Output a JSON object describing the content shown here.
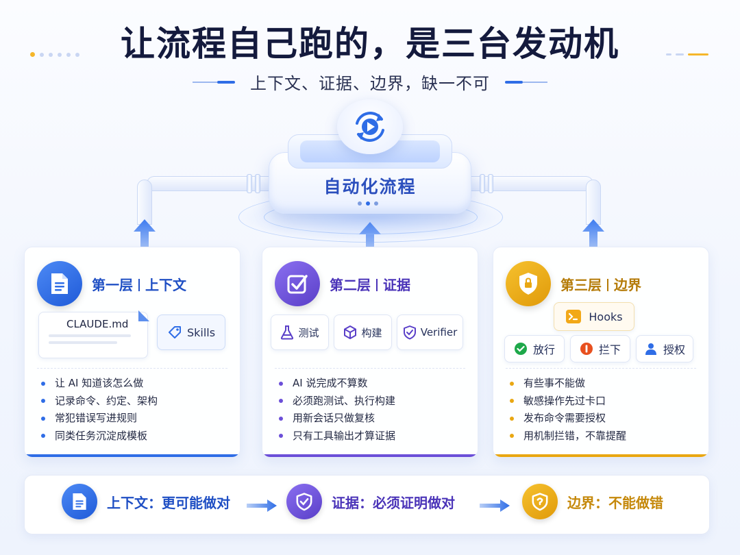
{
  "header": {
    "title": "让流程自己跑的，是三台发动机",
    "subtitle": "上下文、证据、边界，缺一不可"
  },
  "engine": {
    "label": "自动化流程"
  },
  "colors": {
    "blue": "#2f6de6",
    "purple": "#6b4fd8",
    "gold": "#e9a712"
  },
  "layers": [
    {
      "title_left": "第一层",
      "title_right": "上下文",
      "file_chip": "CLAUDE.md",
      "skills_chip": "Skills",
      "bullets": [
        "让 AI 知道该怎么做",
        "记录命令、约定、架构",
        "常犯错误写进规则",
        "同类任务沉淀成模板"
      ]
    },
    {
      "title_left": "第二层",
      "title_right": "证据",
      "chips": [
        "测试",
        "构建",
        "Verifier"
      ],
      "bullets": [
        "AI 说完成不算数",
        "必须跑测试、执行构建",
        "用新会话只做复核",
        "只有工具输出才算证据"
      ]
    },
    {
      "title_left": "第三层",
      "title_right": "边界",
      "hooks_chip": "Hooks",
      "chips": [
        "放行",
        "拦下",
        "授权"
      ],
      "bullets": [
        "有些事不能做",
        "敏感操作先过卡口",
        "发布命令需要授权",
        "用机制拦错，不靠提醒"
      ]
    }
  ],
  "footer": {
    "items": [
      "上下文：更可能做对",
      "证据：必须证明做对",
      "边界：不能做错"
    ]
  }
}
